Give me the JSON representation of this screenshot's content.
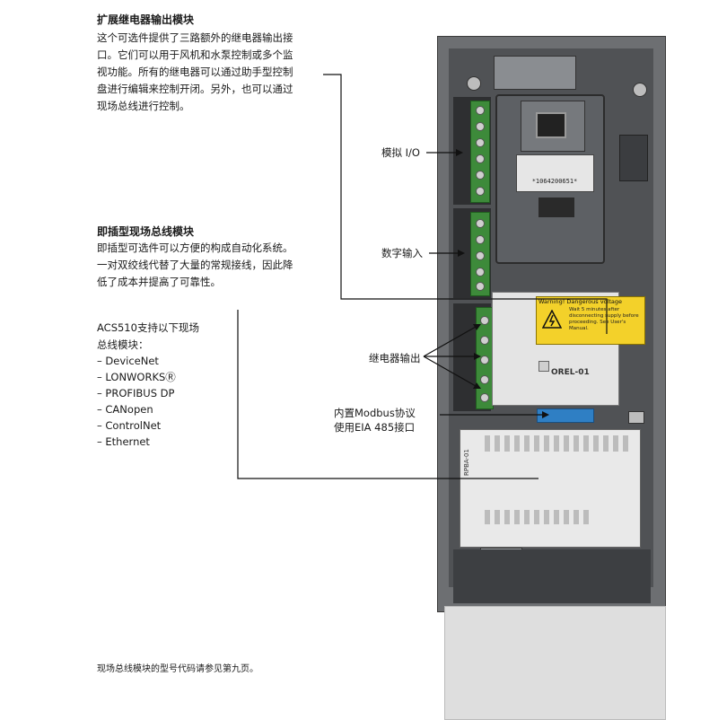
{
  "sections": {
    "relay_module": {
      "title": "扩展继电器输出模块",
      "lines": [
        "这个可选件提供了三路额外的继电器输出接",
        "口。它们可以用于风机和水泵控制或多个监",
        "视功能。所有的继电器可以通过助手型控制",
        "盘进行编辑来控制开闭。另外，也可以通过",
        "现场总线进行控制。"
      ]
    },
    "plugin_fieldbus": {
      "title": "即插型现场总线模块",
      "lines": [
        "即插型可选件可以方便的构成自动化系统。",
        "一对双绞线代替了大量的常规接线，因此降",
        "低了成本并提高了可靠性。"
      ]
    },
    "supported_buses": {
      "intro_lines": [
        "ACS510支持以下现场",
        "总线模块："
      ],
      "items": [
        "– DeviceNet",
        "– LONWORKSⓇ",
        "– PROFIBUS DP",
        "– CANopen",
        "– ControlNet",
        "– Ethernet"
      ]
    }
  },
  "callouts": {
    "analog_io": "模拟 I/O",
    "digital_input": "数字输入",
    "relay_output": "继电器输出",
    "modbus_line1": "内置Modbus协议",
    "modbus_line2": "使用EIA 485接口"
  },
  "device": {
    "barcode_text": "*1064200651*",
    "warning_title": "Warning! Dangerous voltage",
    "warning_text": "Wait 5 minutes after disconnecting supply before proceeding. See User's Manual.",
    "relay_module_label": "OREL-01",
    "fieldbus_module_label": "RPBA-01"
  },
  "footer": "现场总线模块的型号代码请参见第九页。",
  "colors": {
    "device_body": "#6d6f72",
    "terminal_green": "#3d8a3a",
    "warning_yellow": "#f3d12a",
    "text": "#1a1a1a"
  }
}
